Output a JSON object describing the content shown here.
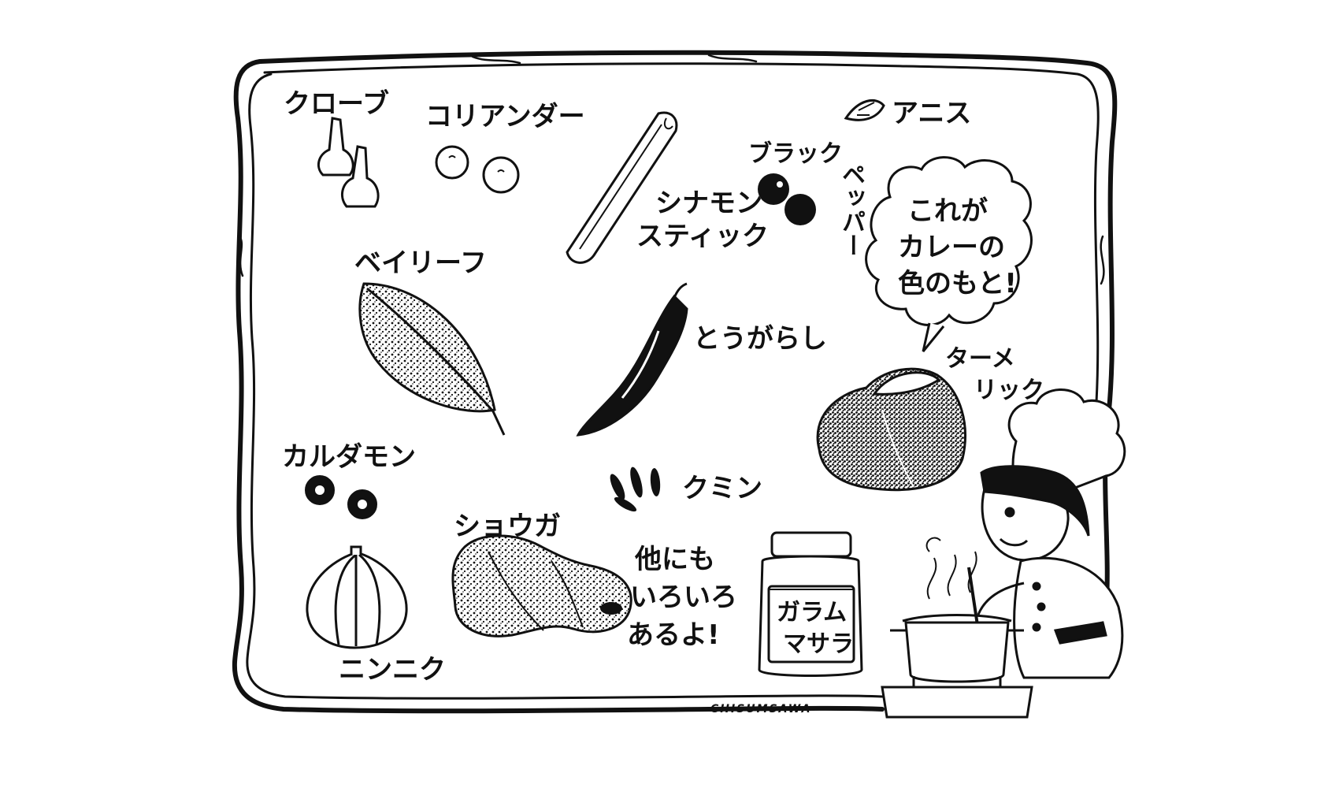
{
  "spices": {
    "clove": "クローブ",
    "coriander": "コリアンダー",
    "cinnamon_line1": "シナモン",
    "cinnamon_line2": "スティック",
    "anise": "アニス",
    "black_pepper_line1": "ブラック",
    "black_pepper_line2": "ペッパー",
    "bay_leaf": "ベイリーフ",
    "chili": "とうがらし",
    "turmeric_line1": "ターメ",
    "turmeric_line2": "リック",
    "cardamom": "カルダモン",
    "cumin": "クミン",
    "ginger": "ショウガ",
    "garlic": "ニンニク"
  },
  "speech_bubble": {
    "line1": "これが",
    "line2": "カレーの",
    "line3": "色のもと!"
  },
  "note": {
    "line1": "他にも",
    "line2": "いろいろ",
    "line3": "あるよ!"
  },
  "jar_label": {
    "line1": "ガラム",
    "line2": "マサラ"
  },
  "signature": "CHISUMSAWA"
}
